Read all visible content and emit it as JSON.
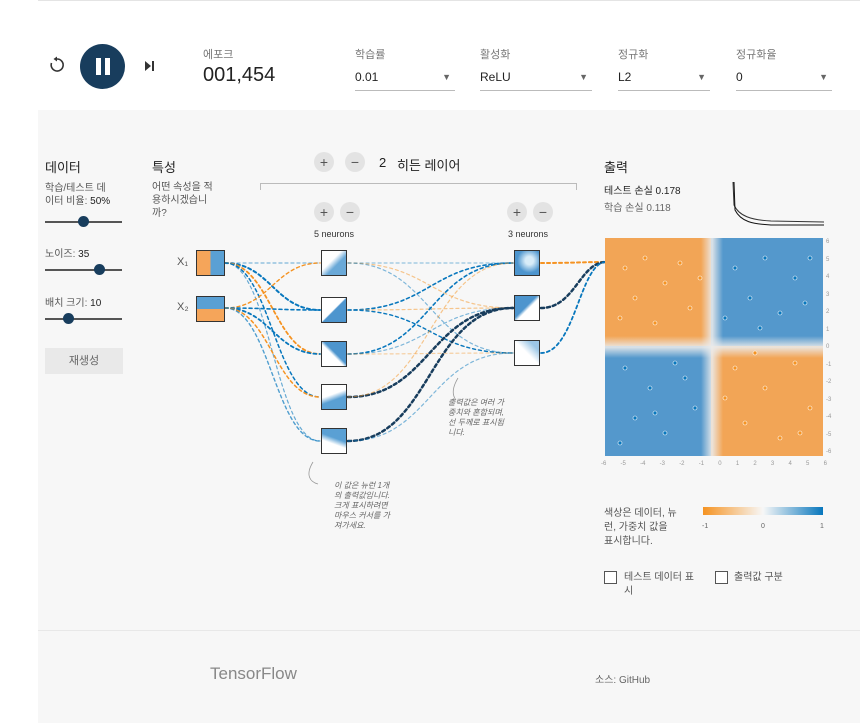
{
  "controls": {
    "epoch_label": "에포크",
    "epoch_value": "001,454",
    "learning_rate": {
      "label": "학습률",
      "value": "0.01"
    },
    "activation": {
      "label": "활성화",
      "value": "ReLU"
    },
    "regularization": {
      "label": "정규화",
      "value": "L2"
    },
    "reg_rate": {
      "label": "정규화율",
      "value": "0"
    }
  },
  "data_panel": {
    "title": "데이터",
    "ratio_label_1": "학습/테스트 데",
    "ratio_label_2": "이터 비율:",
    "ratio_value": "50%",
    "noise_label": "노이즈:",
    "noise_value": "35",
    "batch_label": "배치 크기:",
    "batch_value": "10",
    "regenerate": "재생성",
    "ratio_level": 0.5,
    "noise_level": 0.7,
    "batch_level": 0.3
  },
  "features": {
    "title": "특성",
    "question_1": "어떤 속성을 적",
    "question_2": "용하시겠습니",
    "question_3": "까?",
    "x1": "X₁",
    "x2": "X₂"
  },
  "hidden": {
    "plus": "+",
    "minus": "−",
    "count": "2",
    "label": "히든 레이어",
    "layer1_neurons": "5 neurons",
    "layer2_neurons": "3 neurons"
  },
  "notes": {
    "output_note_1": "출력값은 여러 가",
    "output_note_2": "중치와 혼합되며,",
    "output_note_3": "선 두께로 표시됩",
    "output_note_4": "니다.",
    "neuron_note_1": "이 값은 뉴런 1개",
    "neuron_note_2": "의 출력값입니다.",
    "neuron_note_3": "크게 표시하려면",
    "neuron_note_4": "마우스 커서를 가",
    "neuron_note_5": "져가세요."
  },
  "output": {
    "title": "출력",
    "test_loss": "테스트 손실 0.178",
    "train_loss": "학습 손실 0.118",
    "y_ticks": [
      "6",
      "5",
      "4",
      "3",
      "2",
      "1",
      "0",
      "-1",
      "-2",
      "-3",
      "-4",
      "-5",
      "-6"
    ],
    "x_ticks": [
      "-6",
      "-5",
      "-4",
      "-3",
      "-2",
      "-1",
      "0",
      "1",
      "2",
      "3",
      "4",
      "5",
      "6"
    ],
    "legend_1": "색상은 데이터, 뉴",
    "legend_2": "런, 가중치 값을",
    "legend_3": "표시합니다.",
    "scale_min": "-1",
    "scale_mid": "0",
    "scale_max": "1",
    "show_test": "테스트 데이터 표",
    "show_test_2": "시",
    "discretize": "출력값 구분"
  },
  "footer": {
    "logo": "TensorFlow",
    "source": "소스: GitHub"
  },
  "colors": {
    "orange": "#f59322",
    "blue": "#0877bd",
    "dark": "#183d5d"
  }
}
